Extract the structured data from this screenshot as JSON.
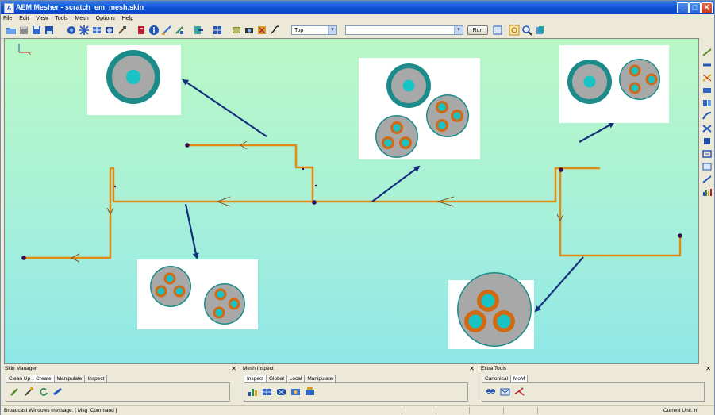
{
  "window": {
    "title": "AEM Mesher - scratch_em_mesh.skin",
    "controls": {
      "minimize": "_",
      "maximize": "□",
      "close": "✕"
    }
  },
  "menu": [
    "File",
    "Edit",
    "View",
    "Tools",
    "Mesh",
    "Options",
    "Help"
  ],
  "toolbar": {
    "view_select": "Top",
    "command_input": "",
    "run_label": "Run"
  },
  "viewport": {
    "axis_label": "x",
    "colors": {
      "route": "#e38a12",
      "arrow": "#15307a",
      "jacket": "#1b8c8a",
      "core": "#19c2c4",
      "insulation": "#d26a14",
      "filler": "#a8a8a8"
    }
  },
  "panels": {
    "skin_manager": {
      "title": "Skin Manager",
      "tabs": [
        "Clean Up",
        "Create",
        "Manipulate",
        "Inspect"
      ],
      "active": "Create"
    },
    "mesh_inspect": {
      "title": "Mesh Inspect",
      "tabs": [
        "Inspect",
        "Global",
        "Local",
        "Manipulate"
      ],
      "active": "Inspect"
    },
    "extra_tools": {
      "title": "Extra Tools",
      "tabs": [
        "Canonical",
        "MoM"
      ],
      "active": "MoM"
    },
    "close_glyph": "✕"
  },
  "status": {
    "message": "Broadcast Windows message: [ Msg_Command ]",
    "unit": "Current Unit: m"
  }
}
